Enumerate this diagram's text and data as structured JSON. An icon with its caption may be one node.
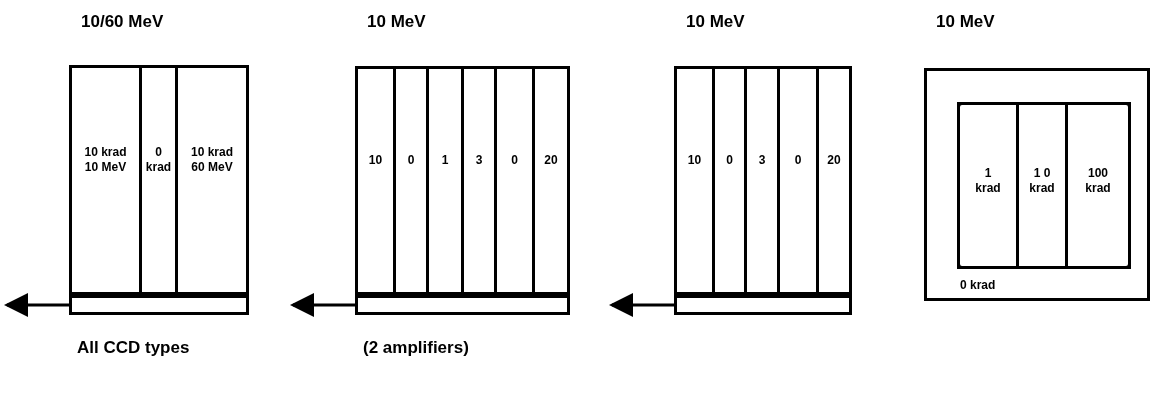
{
  "diagram": {
    "nodes": [
      {
        "text": [
          "10/60 MeV"
        ],
        "beside": [
          "All CCD types"
        ]
      },
      {
        "text": [
          "10 krad 10 MeV"
        ],
        "in": 0
      },
      {
        "text": [
          "0 krad"
        ],
        "in": 0
      },
      {
        "text": [
          "10 krad 60 MeV"
        ],
        "in": 0
      },
      {
        "text": [],
        "shape": "bar",
        "in": 0
      },
      {
        "text": [
          "10 MeV"
        ],
        "beside": [
          "(2 amplifiers)"
        ]
      },
      {
        "text": [
          "10"
        ],
        "in": 5
      },
      {
        "text": [
          "0"
        ],
        "in": 5
      },
      {
        "text": [
          "1"
        ],
        "in": 5
      },
      {
        "text": [
          "3"
        ],
        "in": 5
      },
      {
        "text": [
          "0"
        ],
        "in": 5
      },
      {
        "text": [
          "20"
        ],
        "in": 5
      },
      {
        "text": [],
        "shape": "bar",
        "in": 5
      },
      {
        "text": [
          "10 MeV"
        ]
      },
      {
        "text": [
          "10"
        ],
        "in": 13
      },
      {
        "text": [
          "0"
        ],
        "in": 13
      },
      {
        "text": [
          "3"
        ],
        "in": 13
      },
      {
        "text": [
          "0"
        ],
        "in": 13
      },
      {
        "text": [
          "20"
        ],
        "in": 13
      },
      {
        "text": [],
        "shape": "bar",
        "in": 13
      },
      {
        "text": [
          "10 MeV",
          "0 krad"
        ]
      },
      {
        "text": [],
        "shape": "box",
        "in": 20
      },
      {
        "text": [
          "1 krad"
        ],
        "in": 21
      },
      {
        "text": [
          "1 0 krad"
        ],
        "in": 21
      },
      {
        "text": [
          "100 krad"
        ],
        "in": 21
      }
    ],
    "edges": [
      {
        "from": 4,
        "to": null,
        "arrow": "to"
      },
      {
        "from": 12,
        "to": null,
        "arrow": "to"
      },
      {
        "from": 19,
        "to": null,
        "arrow": "to"
      }
    ]
  }
}
